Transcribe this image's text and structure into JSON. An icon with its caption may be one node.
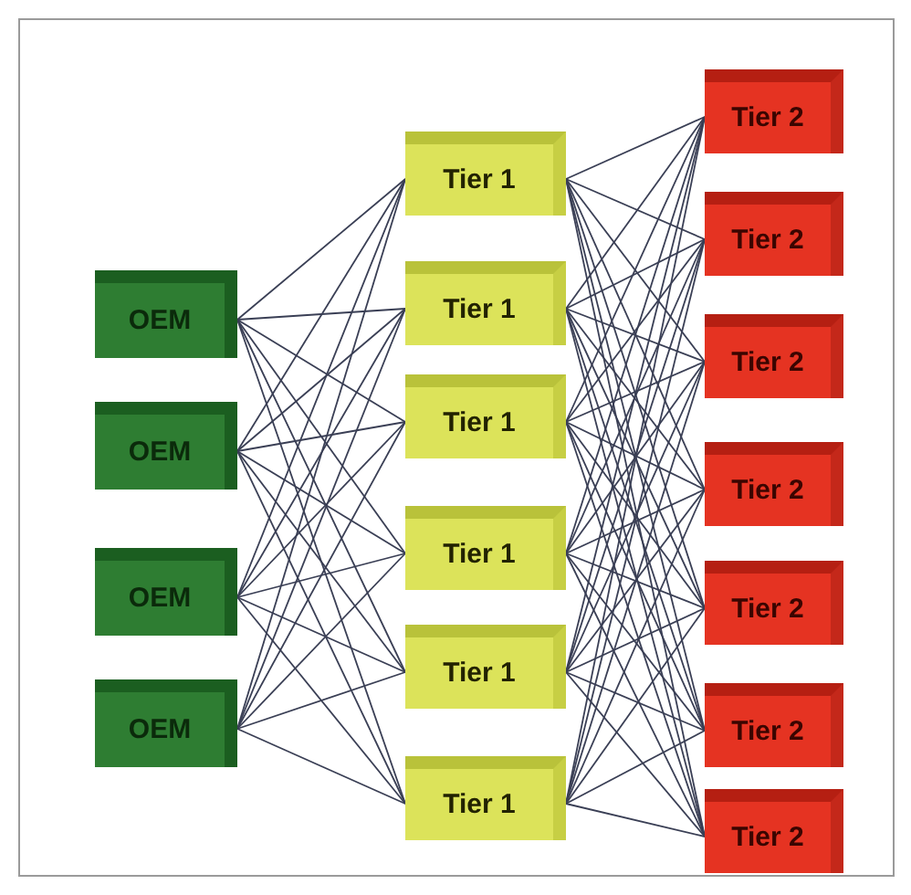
{
  "diagram": {
    "nodes": [
      {
        "text": [
          "OEM"
        ]
      },
      {
        "text": [
          "OEM"
        ]
      },
      {
        "text": [
          "OEM"
        ]
      },
      {
        "text": [
          "OEM"
        ]
      },
      {
        "text": [
          "Tier 1"
        ]
      },
      {
        "text": [
          "Tier 1"
        ]
      },
      {
        "text": [
          "Tier 1"
        ]
      },
      {
        "text": [
          "Tier 1"
        ]
      },
      {
        "text": [
          "Tier 1"
        ]
      },
      {
        "text": [
          "Tier 1"
        ]
      },
      {
        "text": [
          "Tier 2"
        ]
      },
      {
        "text": [
          "Tier 2"
        ]
      },
      {
        "text": [
          "Tier 2"
        ]
      },
      {
        "text": [
          "Tier 2"
        ]
      },
      {
        "text": [
          "Tier 2"
        ]
      },
      {
        "text": [
          "Tier 2"
        ]
      },
      {
        "text": [
          "Tier 2"
        ]
      }
    ],
    "edges": [
      {
        "from": 0,
        "to": 4,
        "arrow": "none"
      },
      {
        "from": 0,
        "to": 5,
        "arrow": "none"
      },
      {
        "from": 0,
        "to": 6,
        "arrow": "none"
      },
      {
        "from": 0,
        "to": 7,
        "arrow": "none"
      },
      {
        "from": 0,
        "to": 8,
        "arrow": "none"
      },
      {
        "from": 0,
        "to": 9,
        "arrow": "none"
      },
      {
        "from": 1,
        "to": 4,
        "arrow": "none"
      },
      {
        "from": 1,
        "to": 5,
        "arrow": "none"
      },
      {
        "from": 1,
        "to": 6,
        "arrow": "none"
      },
      {
        "from": 1,
        "to": 7,
        "arrow": "none"
      },
      {
        "from": 1,
        "to": 8,
        "arrow": "none"
      },
      {
        "from": 1,
        "to": 9,
        "arrow": "none"
      },
      {
        "from": 2,
        "to": 4,
        "arrow": "none"
      },
      {
        "from": 2,
        "to": 5,
        "arrow": "none"
      },
      {
        "from": 2,
        "to": 6,
        "arrow": "none"
      },
      {
        "from": 2,
        "to": 7,
        "arrow": "none"
      },
      {
        "from": 2,
        "to": 8,
        "arrow": "none"
      },
      {
        "from": 2,
        "to": 9,
        "arrow": "none"
      },
      {
        "from": 3,
        "to": 4,
        "arrow": "none"
      },
      {
        "from": 3,
        "to": 5,
        "arrow": "none"
      },
      {
        "from": 3,
        "to": 6,
        "arrow": "none"
      },
      {
        "from": 3,
        "to": 7,
        "arrow": "none"
      },
      {
        "from": 3,
        "to": 8,
        "arrow": "none"
      },
      {
        "from": 3,
        "to": 9,
        "arrow": "none"
      },
      {
        "from": 4,
        "to": 10,
        "arrow": "none"
      },
      {
        "from": 4,
        "to": 11,
        "arrow": "none"
      },
      {
        "from": 4,
        "to": 12,
        "arrow": "none"
      },
      {
        "from": 4,
        "to": 13,
        "arrow": "none"
      },
      {
        "from": 4,
        "to": 14,
        "arrow": "none"
      },
      {
        "from": 4,
        "to": 15,
        "arrow": "none"
      },
      {
        "from": 4,
        "to": 16,
        "arrow": "none"
      },
      {
        "from": 5,
        "to": 10,
        "arrow": "none"
      },
      {
        "from": 5,
        "to": 11,
        "arrow": "none"
      },
      {
        "from": 5,
        "to": 12,
        "arrow": "none"
      },
      {
        "from": 5,
        "to": 13,
        "arrow": "none"
      },
      {
        "from": 5,
        "to": 14,
        "arrow": "none"
      },
      {
        "from": 5,
        "to": 15,
        "arrow": "none"
      },
      {
        "from": 5,
        "to": 16,
        "arrow": "none"
      },
      {
        "from": 6,
        "to": 10,
        "arrow": "none"
      },
      {
        "from": 6,
        "to": 11,
        "arrow": "none"
      },
      {
        "from": 6,
        "to": 12,
        "arrow": "none"
      },
      {
        "from": 6,
        "to": 13,
        "arrow": "none"
      },
      {
        "from": 6,
        "to": 14,
        "arrow": "none"
      },
      {
        "from": 6,
        "to": 15,
        "arrow": "none"
      },
      {
        "from": 6,
        "to": 16,
        "arrow": "none"
      },
      {
        "from": 7,
        "to": 10,
        "arrow": "none"
      },
      {
        "from": 7,
        "to": 11,
        "arrow": "none"
      },
      {
        "from": 7,
        "to": 12,
        "arrow": "none"
      },
      {
        "from": 7,
        "to": 13,
        "arrow": "none"
      },
      {
        "from": 7,
        "to": 14,
        "arrow": "none"
      },
      {
        "from": 7,
        "to": 15,
        "arrow": "none"
      },
      {
        "from": 7,
        "to": 16,
        "arrow": "none"
      },
      {
        "from": 8,
        "to": 10,
        "arrow": "none"
      },
      {
        "from": 8,
        "to": 11,
        "arrow": "none"
      },
      {
        "from": 8,
        "to": 12,
        "arrow": "none"
      },
      {
        "from": 8,
        "to": 13,
        "arrow": "none"
      },
      {
        "from": 8,
        "to": 14,
        "arrow": "none"
      },
      {
        "from": 8,
        "to": 15,
        "arrow": "none"
      },
      {
        "from": 8,
        "to": 16,
        "arrow": "none"
      },
      {
        "from": 9,
        "to": 10,
        "arrow": "none"
      },
      {
        "from": 9,
        "to": 11,
        "arrow": "none"
      },
      {
        "from": 9,
        "to": 12,
        "arrow": "none"
      },
      {
        "from": 9,
        "to": 13,
        "arrow": "none"
      },
      {
        "from": 9,
        "to": 14,
        "arrow": "none"
      },
      {
        "from": 9,
        "to": 15,
        "arrow": "none"
      },
      {
        "from": 9,
        "to": 16,
        "arrow": "none"
      }
    ]
  }
}
